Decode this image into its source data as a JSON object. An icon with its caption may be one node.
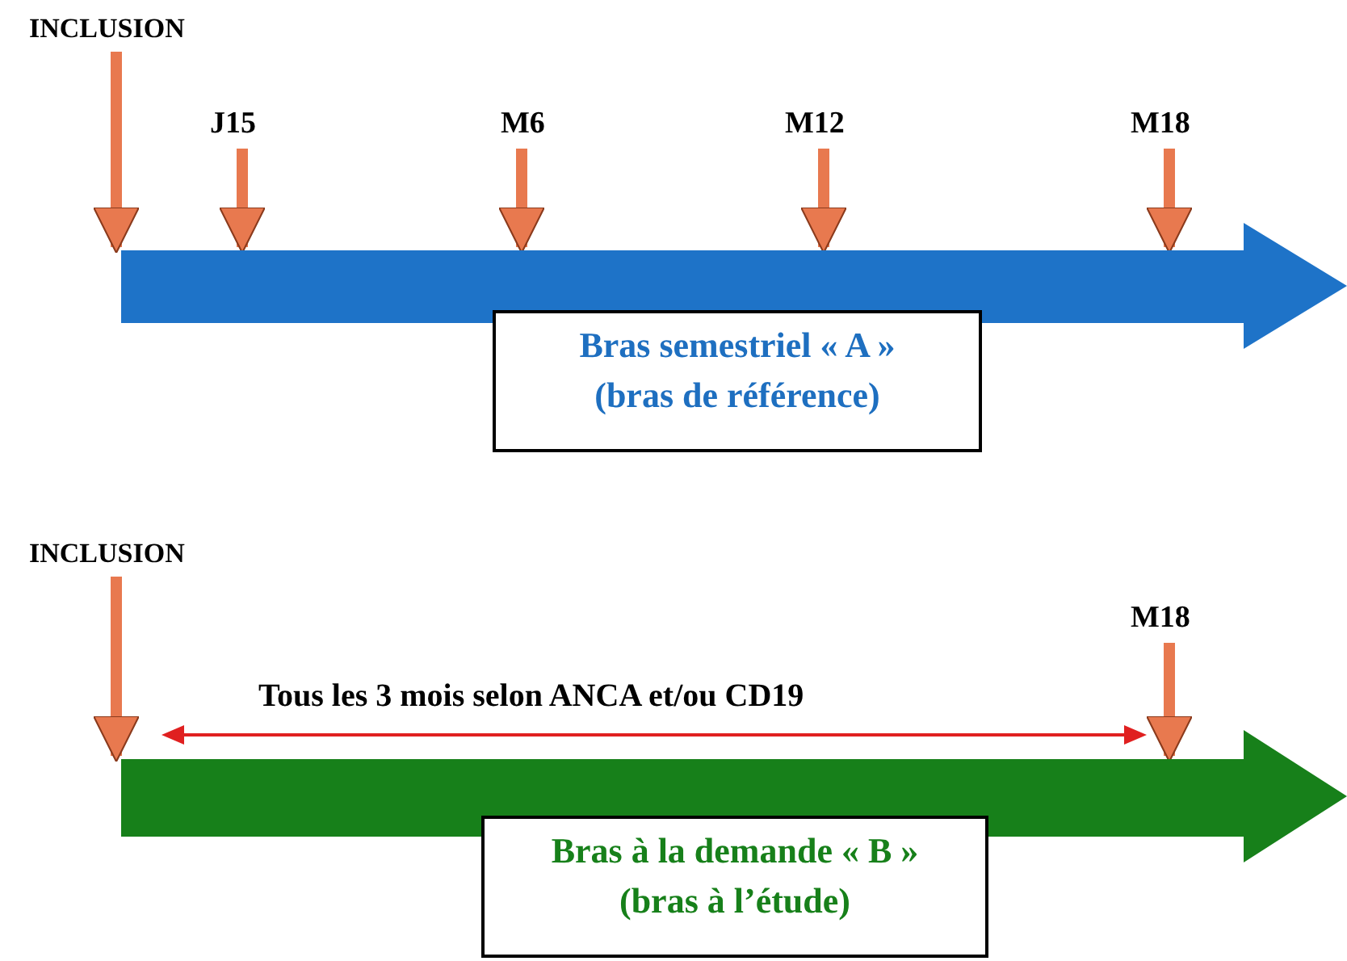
{
  "diagram": {
    "nodes": [
      {
        "text": [
          "INCLUSION"
        ]
      },
      {
        "text": [
          "J15"
        ]
      },
      {
        "text": [
          "M6"
        ]
      },
      {
        "text": [
          "M12"
        ]
      },
      {
        "text": [
          "M18"
        ]
      },
      {
        "text": [],
        "shape": "bar"
      },
      {
        "text": [
          "Bras semestriel « A »",
          "(bras de référence)"
        ]
      },
      {
        "text": [
          "INCLUSION"
        ]
      },
      {
        "text": [
          "M18"
        ]
      },
      {
        "text": [],
        "shape": "bar"
      },
      {
        "text": [
          "Bras à la demande « B »",
          "(bras à l’étude)"
        ]
      }
    ],
    "edges": [
      {
        "from": 0,
        "to": 5,
        "arrow": "to"
      },
      {
        "from": 1,
        "to": 5,
        "arrow": "to"
      },
      {
        "from": 2,
        "to": 5,
        "arrow": "to"
      },
      {
        "from": 3,
        "to": 5,
        "arrow": "to"
      },
      {
        "from": 4,
        "to": 5,
        "arrow": "to"
      },
      {
        "from": 7,
        "to": 9,
        "arrow": "to"
      },
      {
        "from": 8,
        "to": 9,
        "arrow": "to"
      }
    ],
    "labels": [
      "Tous les 3 mois selon ANCA et/ou CD19"
    ]
  }
}
